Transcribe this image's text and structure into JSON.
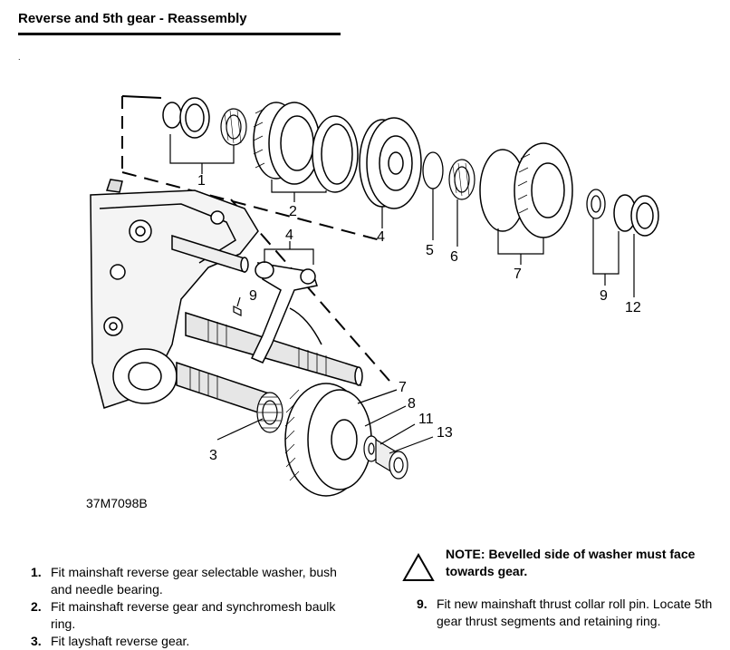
{
  "header": {
    "title": "Reverse and 5th gear - Reassembly",
    "dot": "."
  },
  "diagram": {
    "figure_ref": "37M7098B",
    "callouts": [
      "1",
      "2",
      "4",
      "5",
      "6",
      "7",
      "9",
      "12",
      "4",
      "9",
      "7",
      "8",
      "11",
      "13",
      "3"
    ]
  },
  "steps": [
    {
      "num": "1.",
      "text": "Fit mainshaft reverse gear selectable washer, bush and needle bearing."
    },
    {
      "num": "2.",
      "text": "Fit mainshaft reverse gear and synchromesh baulk ring."
    },
    {
      "num": "3.",
      "text": "Fit layshaft reverse gear."
    }
  ],
  "note": {
    "text": "NOTE: Bevelled side of washer must face towards gear."
  },
  "step9": {
    "num": "9.",
    "text": "Fit new mainshaft thrust collar roll pin. Locate 5th gear thrust segments and retaining ring."
  }
}
